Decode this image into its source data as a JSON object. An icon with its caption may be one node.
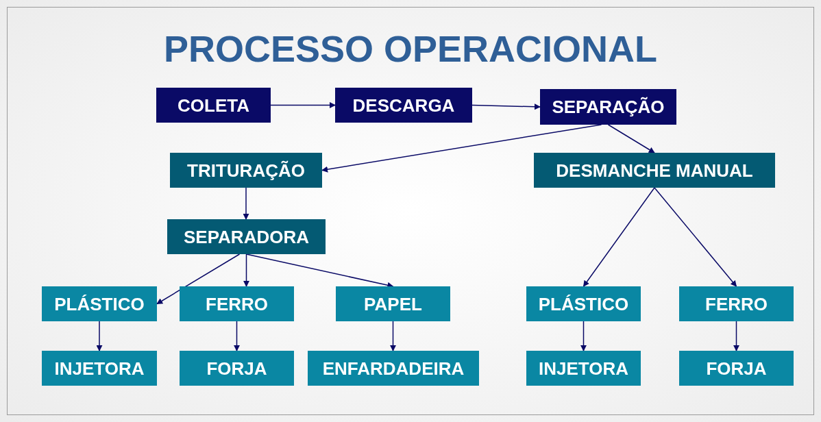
{
  "diagram": {
    "title": "PROCESSO OPERACIONAL",
    "nodes": [
      {
        "text": [
          "COLETA"
        ]
      },
      {
        "text": [
          "DESCARGA"
        ]
      },
      {
        "text": [
          "SEPARAÇÃO"
        ]
      },
      {
        "text": [
          "TRITURAÇÃO"
        ]
      },
      {
        "text": [
          "DESMANCHE MANUAL"
        ]
      },
      {
        "text": [
          "SEPARADORA"
        ]
      },
      {
        "text": [
          "PLÁSTICO"
        ]
      },
      {
        "text": [
          "FERRO"
        ]
      },
      {
        "text": [
          "PAPEL"
        ]
      },
      {
        "text": [
          "INJETORA"
        ]
      },
      {
        "text": [
          "FORJA"
        ]
      },
      {
        "text": [
          "ENFARDADEIRA"
        ]
      },
      {
        "text": [
          "PLÁSTICO"
        ]
      },
      {
        "text": [
          "FERRO"
        ]
      },
      {
        "text": [
          "INJETORA"
        ]
      },
      {
        "text": [
          "FORJA"
        ]
      }
    ],
    "edges": [
      {
        "from": 0,
        "to": 1,
        "arrow": "to"
      },
      {
        "from": 1,
        "to": 2,
        "arrow": "to"
      },
      {
        "from": 2,
        "to": 3,
        "arrow": "to"
      },
      {
        "from": 2,
        "to": 4,
        "arrow": "to"
      },
      {
        "from": 3,
        "to": 5,
        "arrow": "to"
      },
      {
        "from": 5,
        "to": 6,
        "arrow": "to"
      },
      {
        "from": 5,
        "to": 7,
        "arrow": "to"
      },
      {
        "from": 5,
        "to": 8,
        "arrow": "to"
      },
      {
        "from": 6,
        "to": 9,
        "arrow": "to"
      },
      {
        "from": 7,
        "to": 10,
        "arrow": "to"
      },
      {
        "from": 8,
        "to": 11,
        "arrow": "to"
      },
      {
        "from": 4,
        "to": 12,
        "arrow": "to"
      },
      {
        "from": 4,
        "to": 13,
        "arrow": "to"
      },
      {
        "from": 12,
        "to": 14,
        "arrow": "to"
      },
      {
        "from": 13,
        "to": 15,
        "arrow": "to"
      }
    ]
  }
}
